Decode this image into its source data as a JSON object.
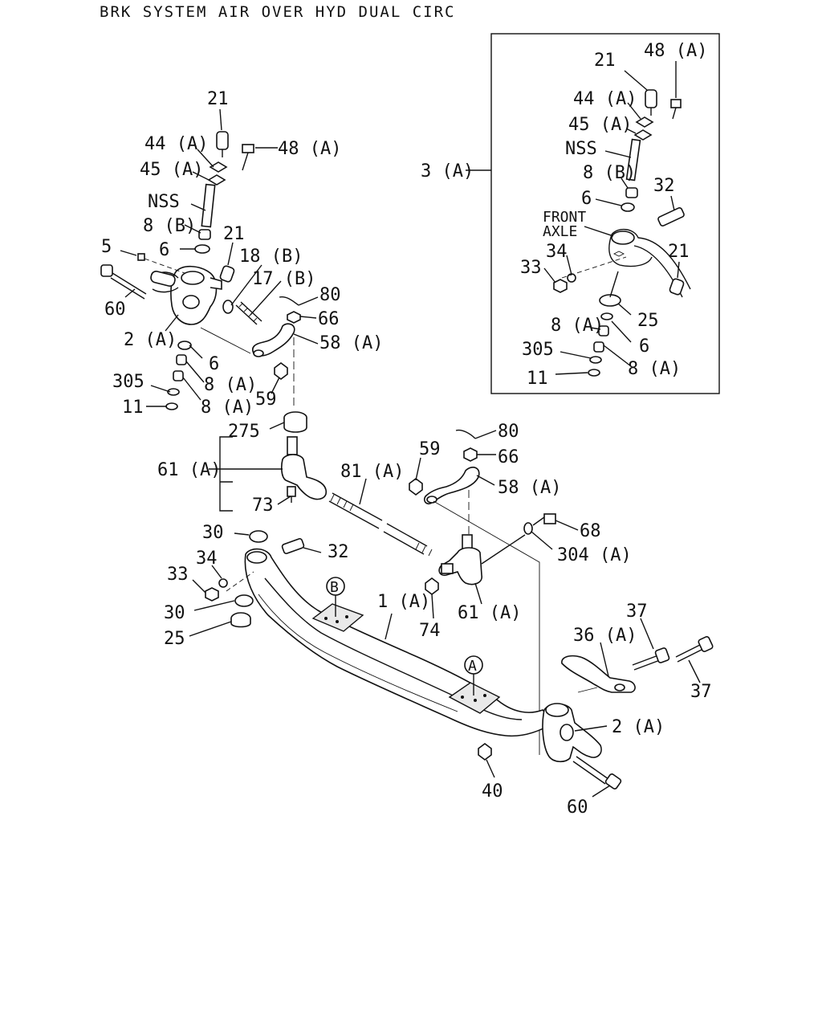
{
  "title": "BRK SYSTEM AIR OVER HYD DUAL CIRC",
  "inset_labels": {
    "l21a": "21",
    "l48": "48 (A)",
    "l44": "44 (A)",
    "l45": "45 (A)",
    "lnss": "NSS",
    "l8b": "8 (B)",
    "l6a": "6",
    "l32": "32",
    "front1": "FRONT",
    "front2": "AXLE",
    "l34": "34",
    "l33": "33",
    "l21b": "21",
    "l25": "25",
    "l8a1": "8 (A)",
    "l6b": "6",
    "l305": "305",
    "l11": "11",
    "l8a2": "8 (A)",
    "l3a": "3 (A)"
  },
  "left_labels": {
    "l21": "21",
    "l44": "44 (A)",
    "l48": "48 (A)",
    "l45": "45 (A)",
    "lnss": "NSS",
    "l8b": "8 (B)",
    "l5": "5",
    "l6": "6",
    "l21b": "21",
    "l18b": "18 (B)",
    "l17b": "17 (B)",
    "l80": "80",
    "l66": "66",
    "l60": "60",
    "l2a": "2 (A)",
    "l58a": "58 (A)",
    "l6b": "6",
    "l8a1": "8 (A)",
    "l305": "305",
    "l59": "59",
    "l11": "11",
    "l8a2": "8 (A)",
    "l275": "275"
  },
  "main_labels": {
    "l61a": "61 (A)",
    "l73": "73",
    "l81a": "81 (A)",
    "l59": "59",
    "l80": "80",
    "l66": "66",
    "l58a": "58 (A)",
    "l30a": "30",
    "l32": "32",
    "l34": "34",
    "l33": "33",
    "l68": "68",
    "l304": "304 (A)",
    "l30b": "30",
    "l25": "25",
    "l1a": "1 (A)",
    "l74": "74",
    "l61b": "61 (A)",
    "l37a": "37",
    "l36a": "36 (A)",
    "l2a": "2 (A)",
    "l37b": "37",
    "l40": "40",
    "l60": "60",
    "refA": "A",
    "refB": "B"
  }
}
